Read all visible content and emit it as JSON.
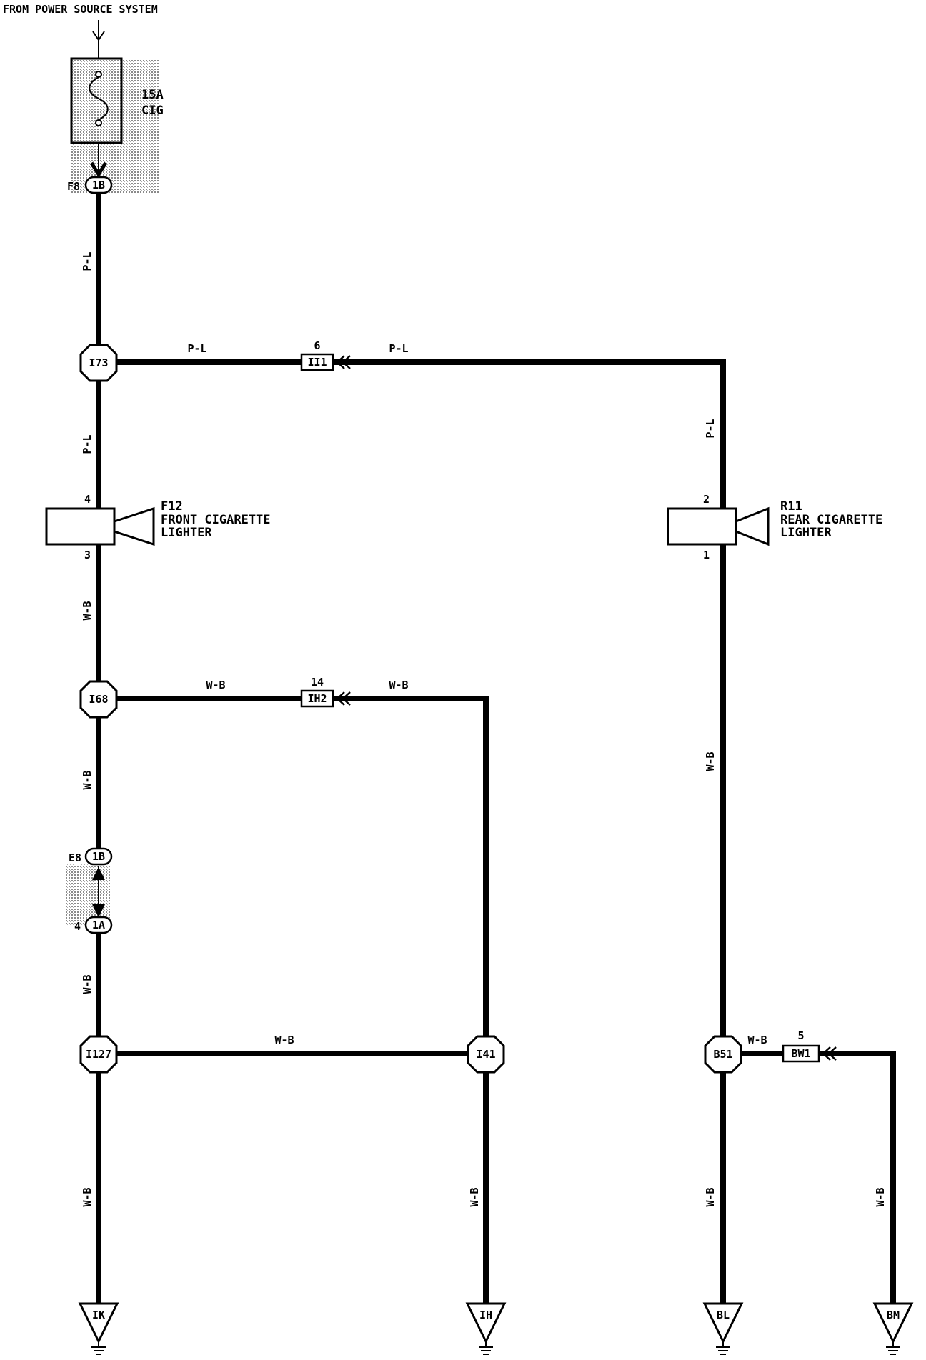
{
  "header": "FROM POWER SOURCE SYSTEM",
  "fuse": {
    "amps": "15A",
    "name": "CIG"
  },
  "connectors": {
    "f8_ref": "F8",
    "f8_pin": "1B",
    "e8_ref": "E8",
    "e8_pin": "1B",
    "a_pin_no": "4",
    "a_pin": "1A"
  },
  "junctions": {
    "i73": "I73",
    "i68": "I68",
    "i127": "I127",
    "i41": "I41",
    "b51": "B51"
  },
  "inline": {
    "ii1": {
      "label": "II1",
      "pin": "6"
    },
    "ih2": {
      "label": "IH2",
      "pin": "14"
    },
    "bw1": {
      "label": "BW1",
      "pin": "5"
    }
  },
  "components": {
    "front": {
      "ref": "F12",
      "line1": "FRONT CIGARETTE",
      "line2": "LIGHTER",
      "pin_top": "4",
      "pin_bottom": "3"
    },
    "rear": {
      "ref": "R11",
      "line1": "REAR CIGARETTE",
      "line2": "LIGHTER",
      "pin_top": "2",
      "pin_bottom": "1"
    }
  },
  "wires": {
    "pl": "P-L",
    "wb": "W-B"
  },
  "grounds": {
    "ik": "IK",
    "ih": "IH",
    "bl": "BL",
    "bm": "BM"
  },
  "colors": {
    "ink": "#000000",
    "shade": "#bdbdbd"
  }
}
